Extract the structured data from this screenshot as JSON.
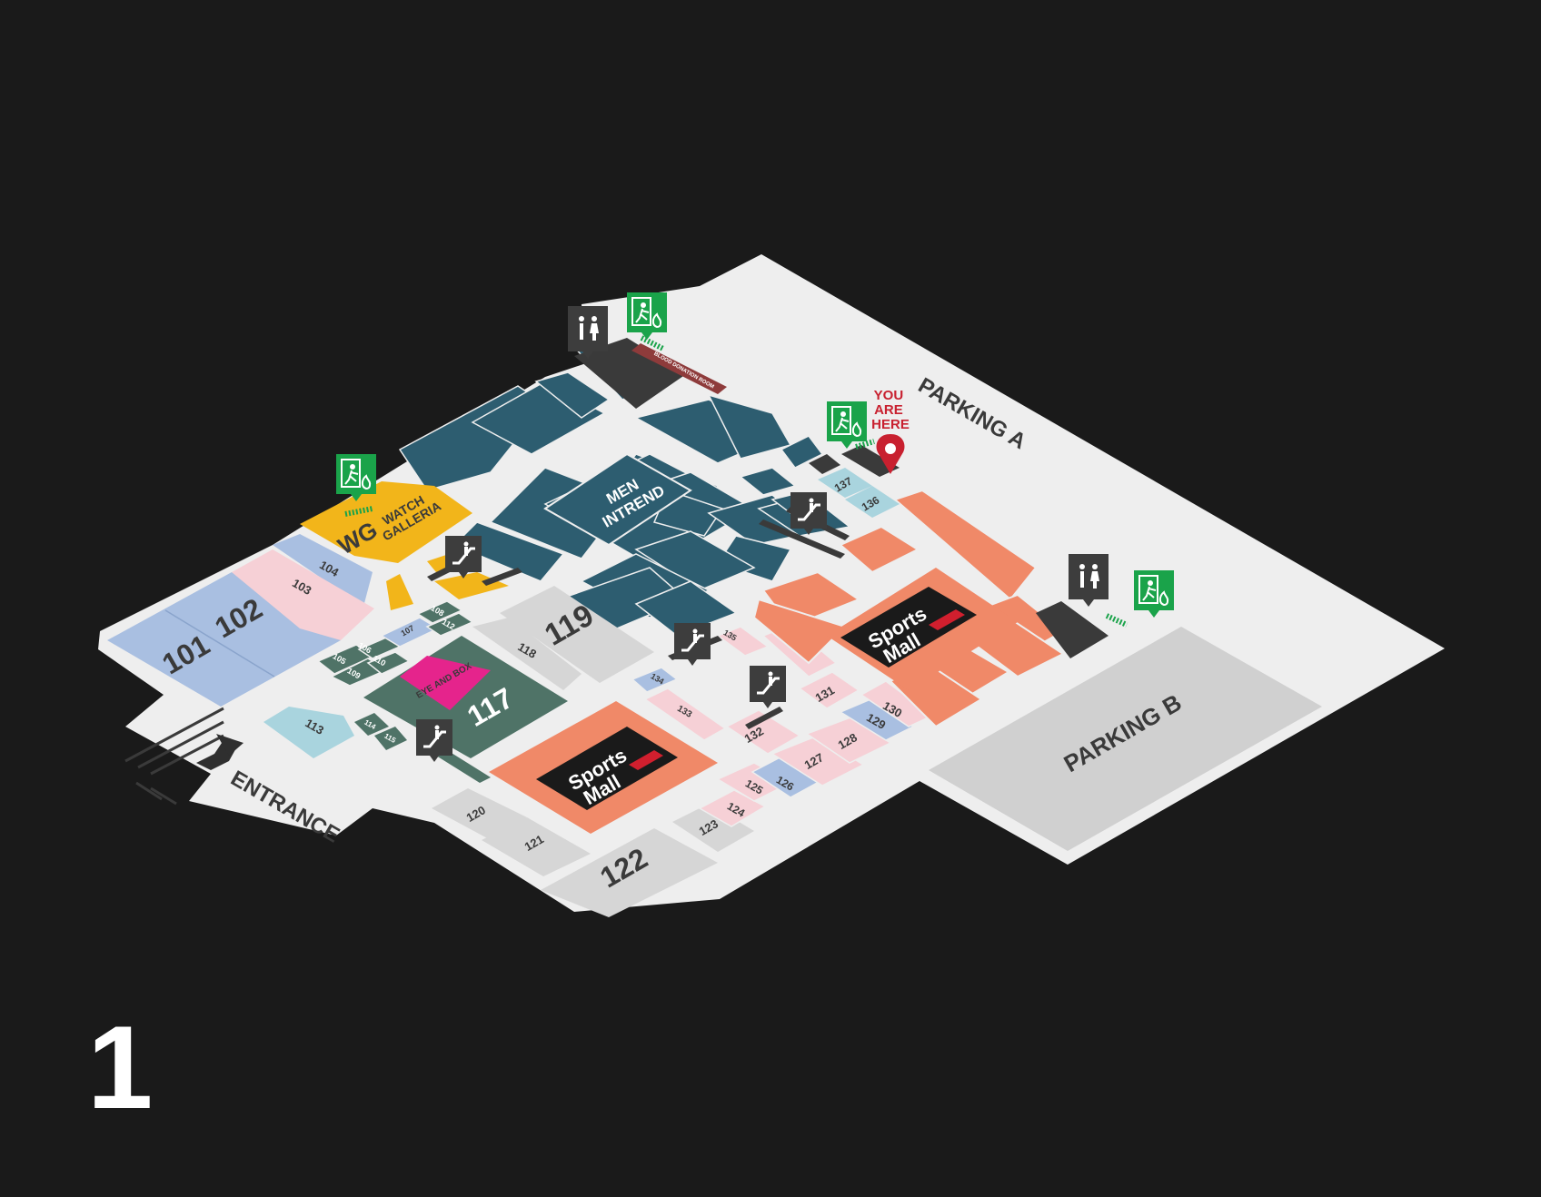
{
  "floor_number": "1",
  "you_are_here": [
    "YOU",
    "ARE",
    "HERE"
  ],
  "parking_a": "PARKING A",
  "parking_b": "PARKING B",
  "entrance": "ENTRANCE",
  "blood_donation": "BLOOD DONATION ROOM",
  "watch_galleria": [
    "WATCH",
    "GALLERIA"
  ],
  "watch_logo": "WG",
  "men_intrend": [
    "MEN",
    "INTREND"
  ],
  "eyeandbox": "EYE AND BOX",
  "sports_mall": [
    "Sports",
    "Mall"
  ],
  "stores": {
    "s101": "101",
    "s102": "102",
    "s103": "103",
    "s104": "104",
    "s105": "105",
    "s106": "106",
    "s107": "107",
    "s108": "108",
    "s109": "109",
    "s110": "110",
    "s112": "112",
    "s113": "113",
    "s114": "114",
    "s115": "115",
    "s117": "117",
    "s118": "118",
    "s119": "119",
    "s120": "120",
    "s121": "121",
    "s122": "122",
    "s123": "123",
    "s124": "124",
    "s125": "125",
    "s126": "126",
    "s127": "127",
    "s128": "128",
    "s129": "129",
    "s130": "130",
    "s131": "131",
    "s132": "132",
    "s133": "133",
    "s134": "134",
    "s135": "135",
    "s136": "136",
    "s137a": "137",
    "s137b": "137"
  },
  "icons": [
    "restroom-icon",
    "emergency-exit-icon",
    "escalator-icon",
    "location-pin-icon",
    "entrance-arrow-icon"
  ],
  "colors": {
    "background": "#1a1a1a",
    "floor": "#eeeeee",
    "teal": "#2d5d70",
    "yellow": "#f2b51a",
    "blue": "#a9bfe1",
    "pink": "#f6d0d6",
    "light_teal": "#a9d4de",
    "green": "#4f7367",
    "orange": "#f08968",
    "gray": "#d6d6d6",
    "dark": "#3a3a3a",
    "magenta": "#e5248c",
    "exit_green": "#1aa34a",
    "pin_red": "#c8202f"
  }
}
